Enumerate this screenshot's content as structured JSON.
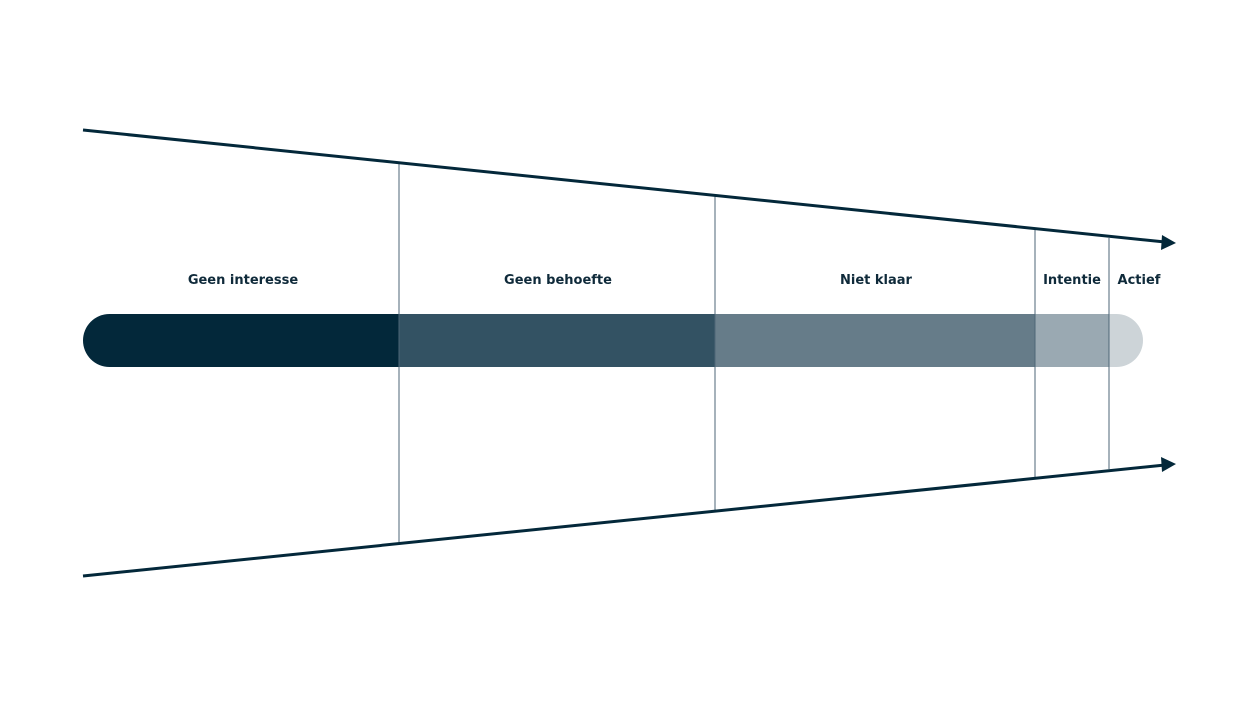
{
  "colors": {
    "ink": "#03283a",
    "divider": "#4d6677"
  },
  "stages": [
    {
      "label": "Geen interesse",
      "color": "#03283a"
    },
    {
      "label": "Geen behoefte",
      "color": "#335263"
    },
    {
      "label": "Niet klaar",
      "color": "#667c89"
    },
    {
      "label": "Intentie",
      "color": "#9aa9b2"
    },
    {
      "label": "Actief",
      "color": "#cdd4d8"
    }
  ]
}
